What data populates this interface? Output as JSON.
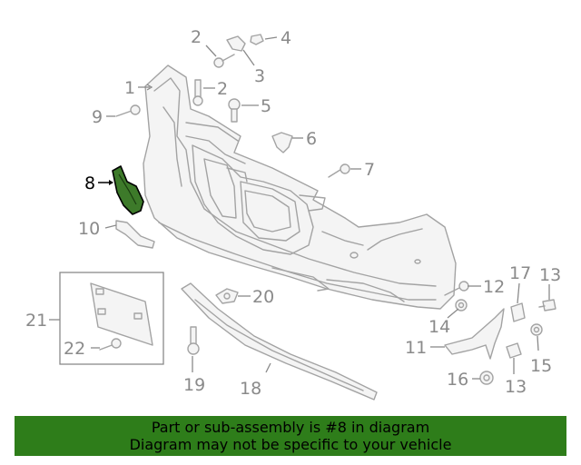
{
  "callouts": {
    "c1": "1",
    "c2a": "2",
    "c2b": "2",
    "c3": "3",
    "c4": "4",
    "c5": "5",
    "c6": "6",
    "c7": "7",
    "c8": "8",
    "c9": "9",
    "c10": "10",
    "c11": "11",
    "c12": "12",
    "c13a": "13",
    "c13b": "13",
    "c14": "14",
    "c15": "15",
    "c16": "16",
    "c17": "17",
    "c18": "18",
    "c19": "19",
    "c20": "20",
    "c21": "21",
    "c22": "22"
  },
  "highlighted_part": "8",
  "colors": {
    "banner": "#2e7d1a",
    "highlight_part": "#3d7a2a",
    "line_art": "#a3a3a3",
    "callout_text": "#8a8a8a"
  },
  "banner": {
    "line1": "Part or sub-assembly is #8 in diagram",
    "line2": "Diagram may not be specific to your vehicle"
  }
}
